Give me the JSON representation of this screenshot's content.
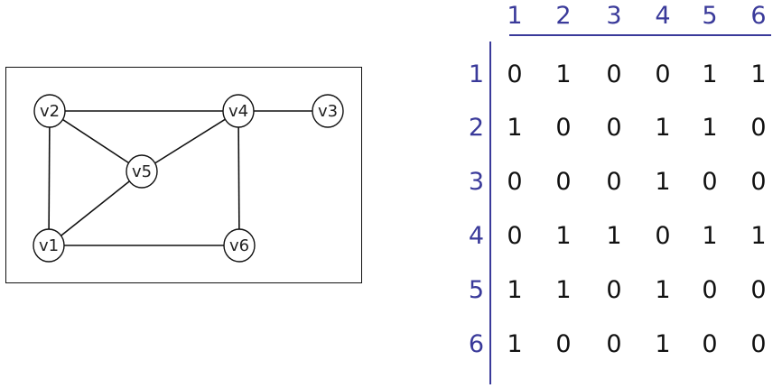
{
  "graph": {
    "nodes": [
      "v1",
      "v2",
      "v3",
      "v4",
      "v5",
      "v6"
    ],
    "edges": [
      [
        "v1",
        "v2"
      ],
      [
        "v1",
        "v5"
      ],
      [
        "v1",
        "v6"
      ],
      [
        "v2",
        "v4"
      ],
      [
        "v2",
        "v5"
      ],
      [
        "v3",
        "v4"
      ],
      [
        "v4",
        "v5"
      ],
      [
        "v4",
        "v6"
      ]
    ]
  },
  "matrix": {
    "column_headers": [
      "1",
      "2",
      "3",
      "4",
      "5",
      "6"
    ],
    "row_headers": [
      "1",
      "2",
      "3",
      "4",
      "5",
      "6"
    ],
    "rows": [
      [
        "0",
        "1",
        "0",
        "0",
        "1",
        "1"
      ],
      [
        "1",
        "0",
        "0",
        "1",
        "1",
        "0"
      ],
      [
        "0",
        "0",
        "0",
        "1",
        "0",
        "0"
      ],
      [
        "0",
        "1",
        "1",
        "0",
        "1",
        "1"
      ],
      [
        "1",
        "1",
        "0",
        "1",
        "0",
        "0"
      ],
      [
        "1",
        "0",
        "0",
        "1",
        "0",
        "0"
      ]
    ],
    "header_color": "#3a3a9a",
    "cell_color": "#111111"
  }
}
